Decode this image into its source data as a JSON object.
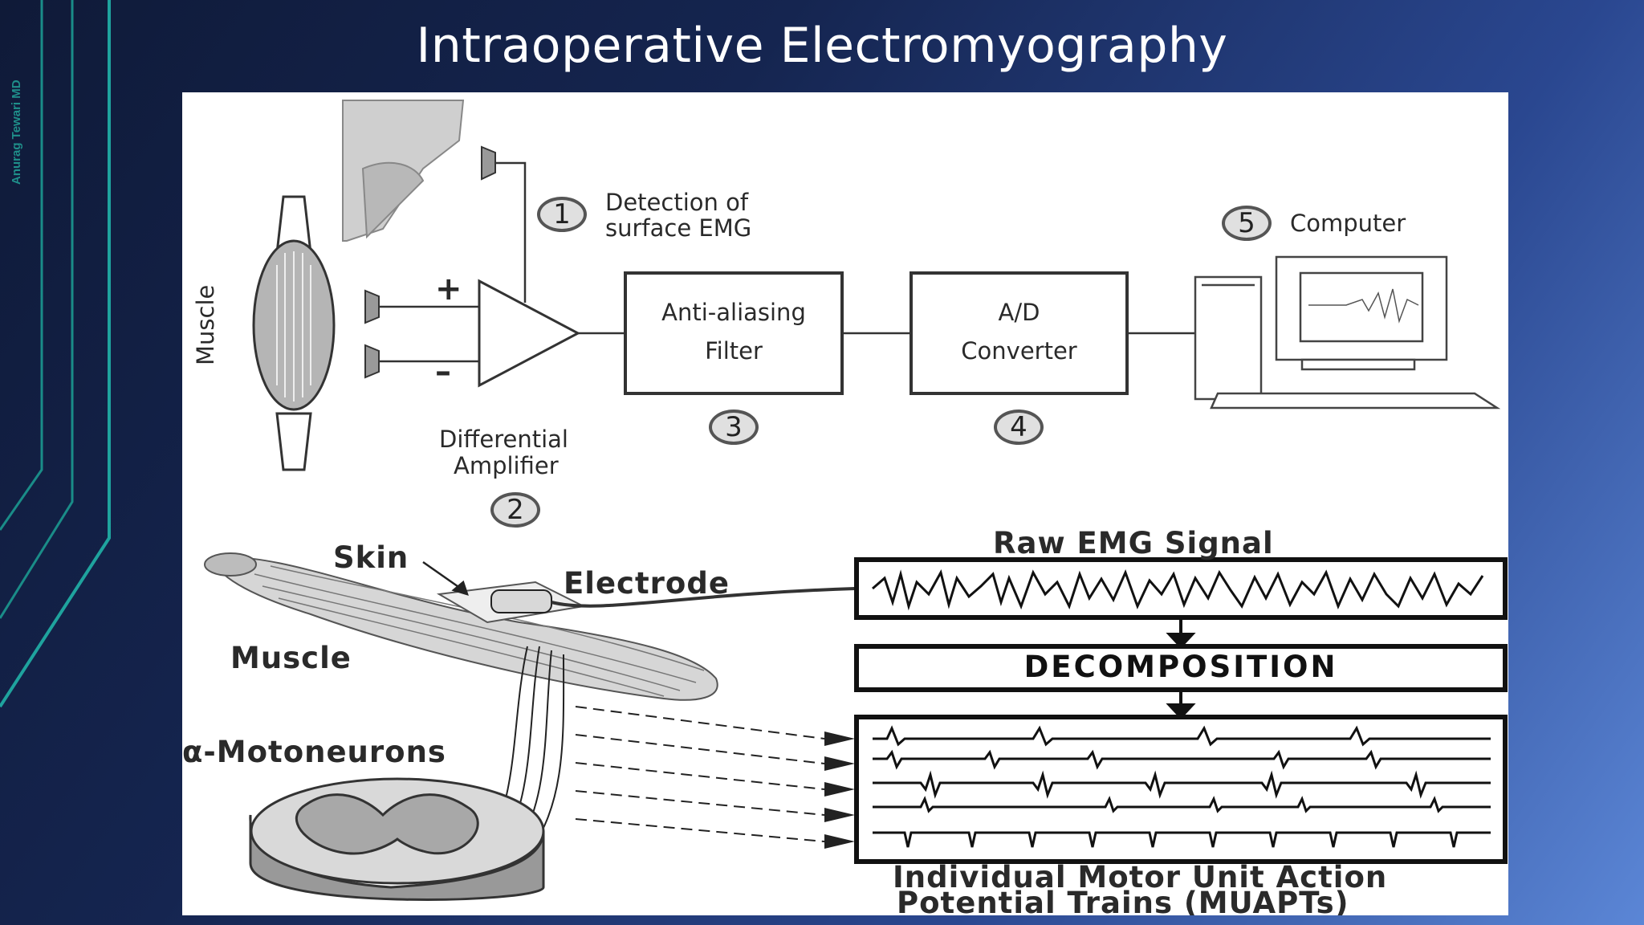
{
  "slide": {
    "title": "Intraoperative Electromyography",
    "side_credit": "Anurag Tewari MD",
    "accent_color": "#1f8f8a"
  },
  "figure": {
    "top_diagram": {
      "muscle_label": "Muscle",
      "plus_sign": "+",
      "minus_sign": "–",
      "step1": {
        "number": "1",
        "label_line1": "Detection of",
        "label_line2": "surface EMG"
      },
      "step2": {
        "number": "2",
        "label_line1": "Differential",
        "label_line2": "Amplifier"
      },
      "step3": {
        "number": "3",
        "box_line1": "Anti-aliasing",
        "box_line2": "Filter"
      },
      "step4": {
        "number": "4",
        "box_line1": "A/D",
        "box_line2": "Converter"
      },
      "step5": {
        "number": "5",
        "label": "Computer"
      }
    },
    "bottom_diagram": {
      "skin_label": "Skin",
      "electrode_label": "Electrode",
      "muscle_label": "Muscle",
      "motoneurons_label": "α-Motoneurons",
      "raw_signal_label": "Raw EMG Signal",
      "decomposition_label": "DECOMPOSITION",
      "muapt_label_line1": "Individual Motor Unit Action",
      "muapt_label_line2": "Potential Trains (MUAPTs)"
    }
  }
}
